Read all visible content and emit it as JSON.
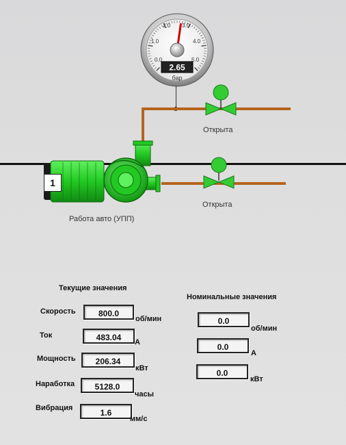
{
  "gauge": {
    "value": "2.65",
    "unit": "бар",
    "ticks": [
      "0.0",
      "1.0",
      "2.0",
      "3.0",
      "4.0",
      "5.0"
    ],
    "reading": 2.65,
    "max": 5.0
  },
  "valves": [
    {
      "status": "Открыта"
    },
    {
      "status": "Открыта"
    }
  ],
  "pump": {
    "number": "1",
    "status": "Работа авто (УПП)"
  },
  "current": {
    "heading": "Текущие значения",
    "rows": [
      {
        "label": "Скорость",
        "value": "800.0",
        "unit": "об/мин"
      },
      {
        "label": "Ток",
        "value": "483.04",
        "unit": "А"
      },
      {
        "label": "Мощность",
        "value": "206.34",
        "unit": "кВт"
      },
      {
        "label": "Наработка",
        "value": "5128.0",
        "unit": "часы"
      },
      {
        "label": "Вибрация",
        "value": "1.6",
        "unit": "мм/с"
      }
    ]
  },
  "nominal": {
    "heading": "Номинальные значения",
    "rows": [
      {
        "value": "0.0",
        "unit": "об/мин"
      },
      {
        "value": "0.0",
        "unit": "А"
      },
      {
        "value": "0.0",
        "unit": "кВт"
      }
    ]
  },
  "colors": {
    "pipe": "#b5651d",
    "pump_green": "#22c922",
    "valve_green": "#33cc33",
    "needle": "#cc0000"
  }
}
